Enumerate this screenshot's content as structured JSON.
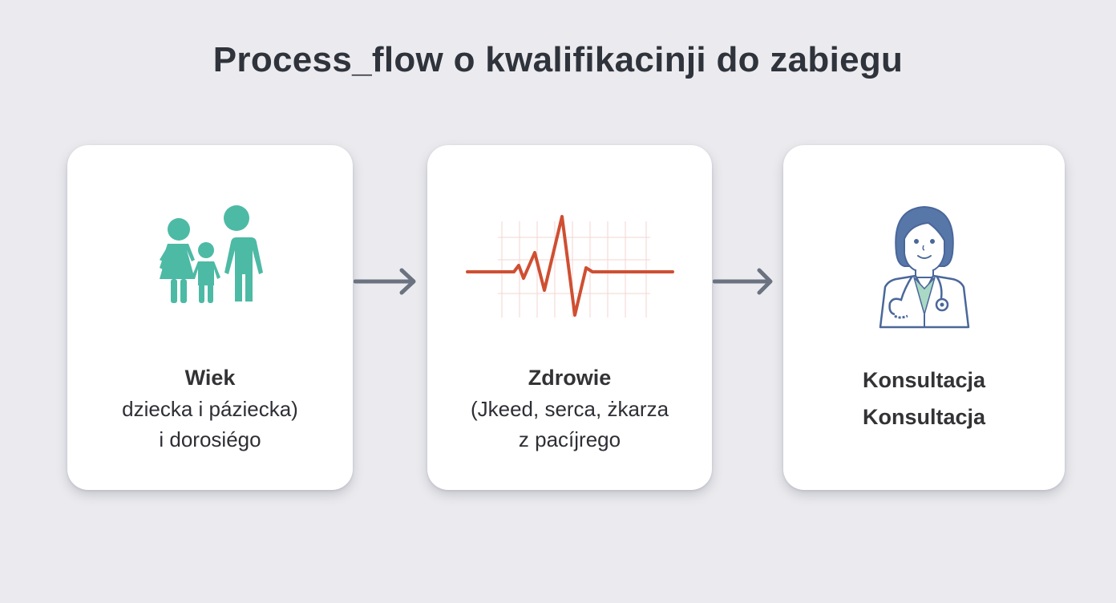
{
  "title": "Process_flow o kwalifikacinji do zabiegu",
  "colors": {
    "background": "#ebebef",
    "card": "#ffffff",
    "family_icon": "#4dbaa5",
    "heartbeat_line": "#cf4f32",
    "heartbeat_grid": "#f3d6d0",
    "doctor_outline": "#5677a8",
    "doctor_scrubs": "#a9d8c4",
    "arrow": "#6b7380",
    "text": "#2e2f35"
  },
  "steps": [
    {
      "icon": "family-icon",
      "heading": "Wiek",
      "lines": [
        "dziecka i páziecka)",
        "i dorosiégo"
      ]
    },
    {
      "icon": "heartbeat-icon",
      "heading": "Zdrowie",
      "lines": [
        "(Jkeed, serca, żkarza",
        "z pacíjrego"
      ]
    },
    {
      "icon": "doctor-icon",
      "heading": "Konsultacja",
      "lines": [
        "Konsultacja"
      ]
    }
  ],
  "connectors": [
    "arrow-right-icon",
    "arrow-right-icon"
  ]
}
